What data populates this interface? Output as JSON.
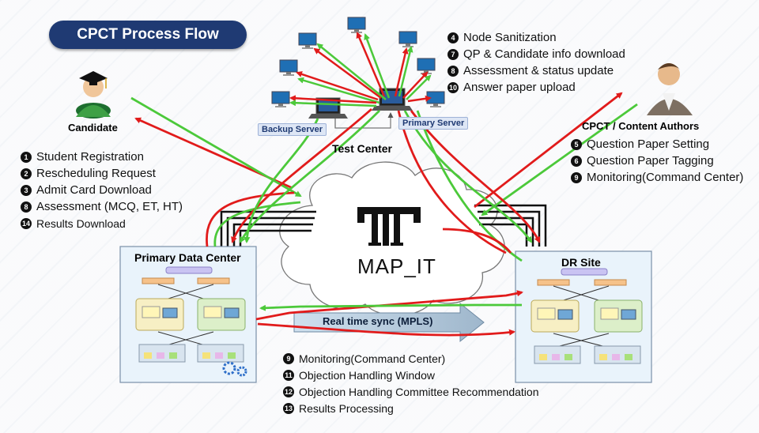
{
  "title": "CPCT Process Flow",
  "candidate": {
    "label": "Candidate"
  },
  "authors": {
    "label": "CPCT / Content Authors"
  },
  "test_center": {
    "label": "Test Center",
    "backup_server": "Backup Server",
    "primary_server": "Primary Server"
  },
  "cloud": {
    "label": "MAP_IT"
  },
  "sync": {
    "label": "Real time sync (MPLS)"
  },
  "primary_dc": {
    "label": "Primary Data Center"
  },
  "dr_site": {
    "label": "DR Site"
  },
  "candidate_steps": [
    {
      "num": "1",
      "text": "Student Registration"
    },
    {
      "num": "2",
      "text": "Rescheduling Request"
    },
    {
      "num": "3",
      "text": "Admit Card Download"
    },
    {
      "num": "8",
      "text": "Assessment (MCQ, ET, HT)"
    },
    {
      "num": "14",
      "text": "Results Download"
    }
  ],
  "testcenter_steps": [
    {
      "num": "4",
      "text": "Node Sanitization"
    },
    {
      "num": "7",
      "text": "QP & Candidate info download"
    },
    {
      "num": "8",
      "text": "Assessment & status update"
    },
    {
      "num": "10",
      "text": "Answer paper upload"
    }
  ],
  "author_steps": [
    {
      "num": "5",
      "text": "Question Paper Setting"
    },
    {
      "num": "6",
      "text": "Question Paper Tagging"
    },
    {
      "num": "9",
      "text": "Monitoring(Command Center)"
    }
  ],
  "datacenter_steps": [
    {
      "num": "9",
      "text": "Monitoring(Command Center)"
    },
    {
      "num": "11",
      "text": "Objection Handling Window"
    },
    {
      "num": "12",
      "text": "Objection Handling Committee Recommendation"
    },
    {
      "num": "13",
      "text": "Results Processing"
    }
  ],
  "colors": {
    "navy": "#1f3a73",
    "red_arrow": "#e11b1b",
    "green_arrow": "#4cc93a",
    "dc_fill": "#e9f3fb",
    "dc_border": "#7a8fa8"
  }
}
